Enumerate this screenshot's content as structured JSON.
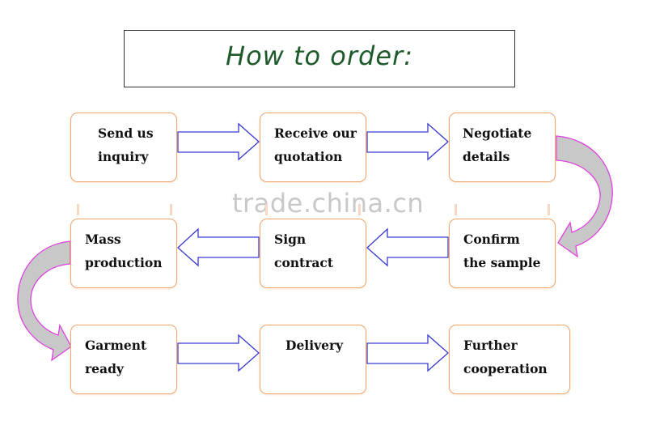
{
  "title": "How  to  order:",
  "watermark": "trade.china.cn",
  "steps": [
    {
      "label": "Send us\ninquiry"
    },
    {
      "label": "Receive our\nquotation"
    },
    {
      "label": "Negotiate\ndetails"
    },
    {
      "label": "Confirm\nthe sample"
    },
    {
      "label": "Sign\ncontract"
    },
    {
      "label": "Mass\nproduction"
    },
    {
      "label": "Garment\nready"
    },
    {
      "label": "Delivery"
    },
    {
      "label": "Further\ncooperation"
    }
  ],
  "colors": {
    "box_border": "#f0a56a",
    "arrow_stroke": "#3a3ad0",
    "curve_stroke": "#e040e0",
    "curve_fill": "#c8c8c8",
    "title_text": "#1f5a2a"
  }
}
